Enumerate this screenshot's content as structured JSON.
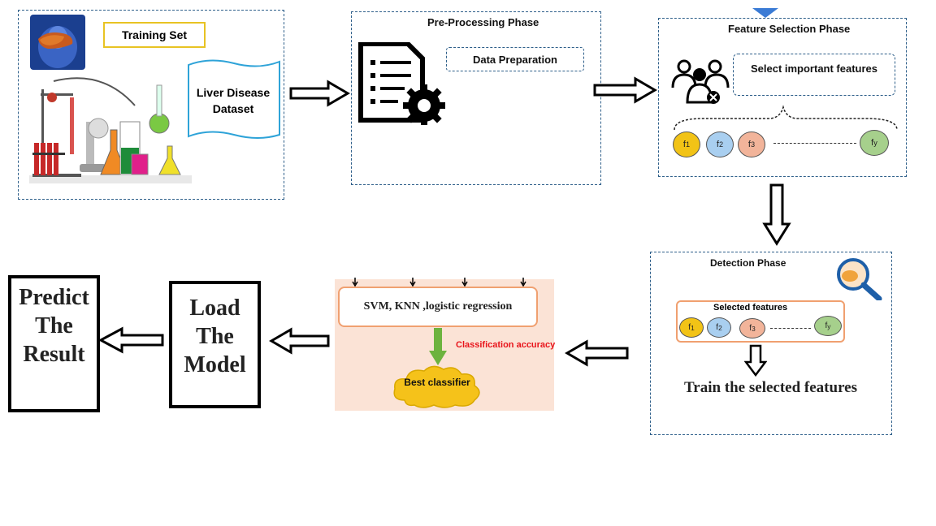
{
  "training": {
    "title": "Training Set",
    "dataset_line1": "Liver Disease",
    "dataset_line2": "Dataset"
  },
  "preprocessing": {
    "title": "Pre-Processing Phase",
    "step": "Data Preparation"
  },
  "feature_selection": {
    "title": "Feature Selection Phase",
    "step": "Select important features",
    "features": [
      "f1",
      "f2",
      "f3",
      "fy"
    ]
  },
  "detection": {
    "title": "Detection Phase",
    "selected_label": "Selected features",
    "features": [
      "f1",
      "f2",
      "f3",
      "fy"
    ],
    "train_label": "Train the selected features"
  },
  "classification": {
    "models": "SVM, KNN ,logistic regression",
    "accuracy_label": "Classification accuracy",
    "best_label": "Best classifier"
  },
  "load_model": {
    "line1": "Load",
    "line2": "The",
    "line3": "Model"
  },
  "predict": {
    "line1": "Predict",
    "line2": "The",
    "line3": "Result"
  },
  "colors": {
    "dash_border": "#2e5f8a",
    "training_title_border": "#e8c323",
    "dataset_border": "#2ea3d8",
    "f1": "#f2c316",
    "f2": "#a9cff0",
    "f3": "#f2b49a",
    "fy": "#a6d08c",
    "classify_bg": "#fbe3d6",
    "accuracy_red": "#e8141b",
    "best_cloud": "#f5c21a",
    "green_arrow": "#6db33f"
  }
}
